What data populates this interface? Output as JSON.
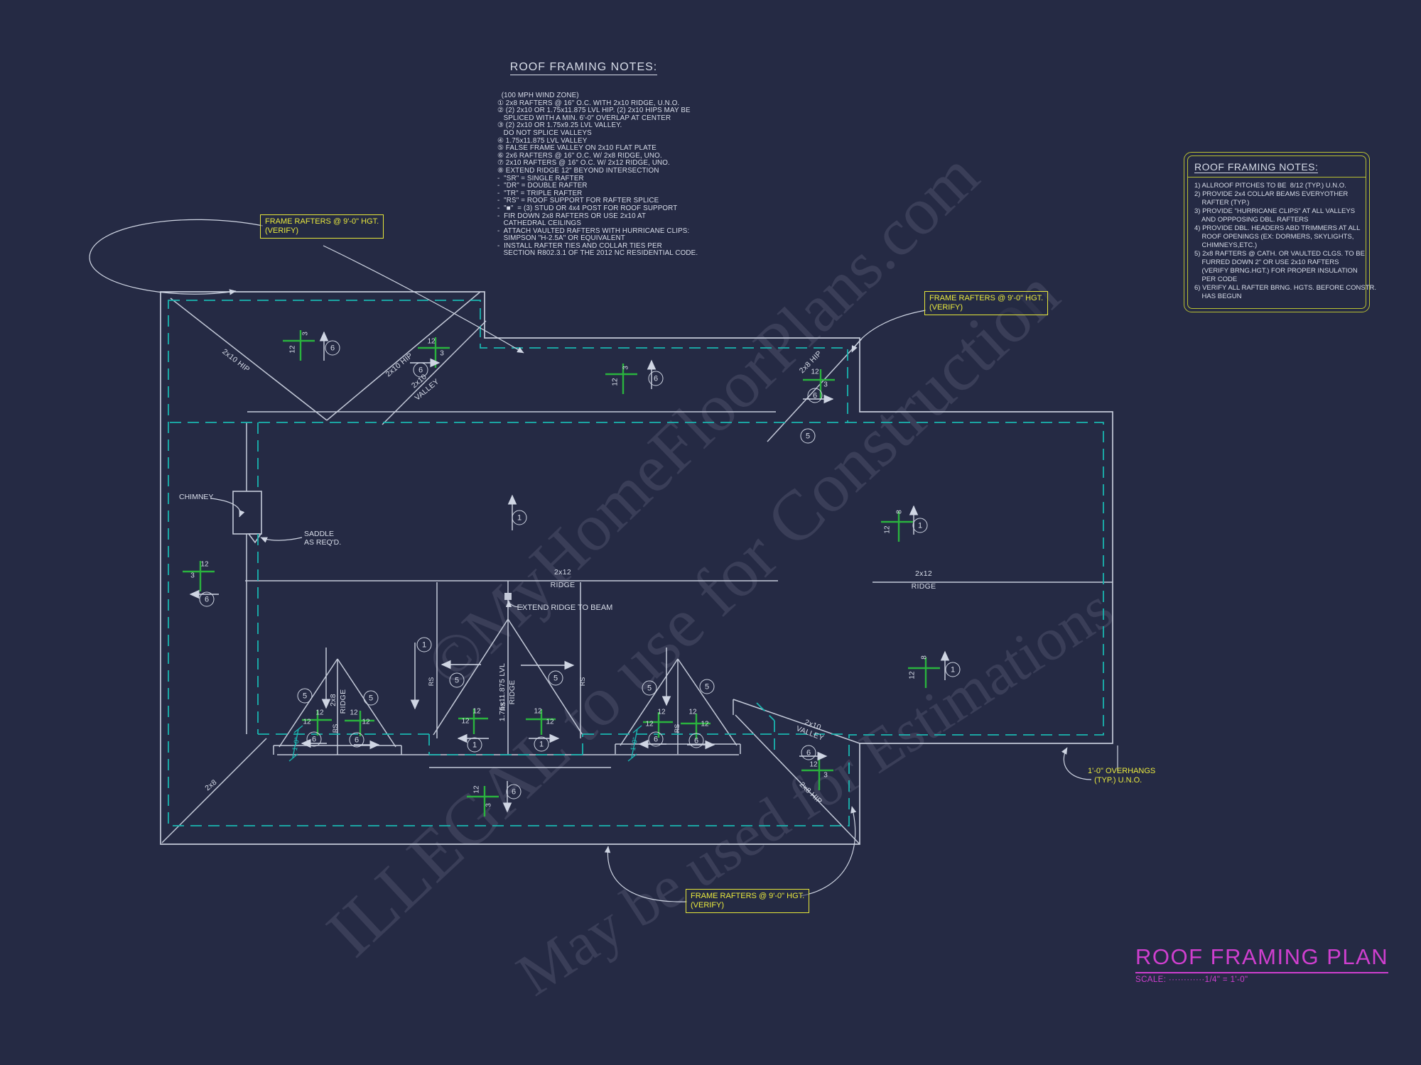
{
  "colors": {
    "background": "#252a44",
    "line_white": "#c4cad9",
    "overhang_cyan": "#1ab5b0",
    "pitch_green": "#2ab33e",
    "callout_yellow": "#e9e93e",
    "title_magenta": "#cf3fcf"
  },
  "notes_left": {
    "title": "ROOF FRAMING NOTES:",
    "lines": [
      "  (100 MPH WIND ZONE)",
      "① 2x8 RAFTERS @ 16\" O.C. WITH 2x10 RIDGE, U.N.O.",
      "② (2) 2x10 OR 1.75x11.875 LVL HIP. (2) 2x10 HIPS MAY BE",
      "   SPLICED WITH A MIN. 6'-0\" OVERLAP AT CENTER",
      "③ (2) 2x10 OR 1.75x9.25 LVL VALLEY.",
      "   DO NOT SPLICE VALLEYS",
      "④ 1.75x11.875 LVL VALLEY",
      "⑤ FALSE FRAME VALLEY ON 2x10 FLAT PLATE",
      "⑥ 2x6 RAFTERS @ 16\" O.C. W/ 2x8 RIDGE, UNO.",
      "⑦ 2x10 RAFTERS @ 16\" O.C. W/ 2x12 RIDGE, UNO.",
      "⑧ EXTEND RIDGE 12\" BEYOND INTERSECTION",
      "-  \"SR\" = SINGLE RAFTER",
      "-  \"DR\" = DOUBLE RAFTER",
      "-  \"TR\" = TRIPLE RAFTER",
      "-  \"RS\" = ROOF SUPPORT FOR RAFTER SPLICE",
      "-  \"■\"  = (3) STUD OR 4x4 POST FOR ROOF SUPPORT",
      "-  FIR DOWN 2x8 RAFTERS OR USE 2x10 AT",
      "   CATHEDRAL CEILINGS",
      "-  ATTACH VAULTED RAFTERS WITH HURRICANE CLIPS:",
      "   SIMPSON \"H-2.5A\" OR EQUIVALENT",
      "-  INSTALL RAFTER TIES AND COLLAR TIES PER",
      "   SECTION R802.3.1 OF THE 2012 NC RESIDENTIAL CODE."
    ]
  },
  "notes_right": {
    "title": "ROOF FRAMING NOTES:",
    "lines": [
      "1) ALLROOF PITCHES TO BE  8/12 (TYP.) U.N.O.",
      "2) PROVIDE 2x4 COLLAR BEAMS EVERYOTHER",
      "    RAFTER (TYP.)",
      "3) PROVIDE \"HURRICANE CLIPS\" AT ALL VALLEYS",
      "    AND OPPPOSING DBL. RAFTERS",
      "4) PROVIDE DBL. HEADERS ABD TRIMMERS AT ALL",
      "    ROOF OPENINGS (EX: DORMERS, SKYLIGHTS,",
      "    CHIMNEYS,ETC.)",
      "5) 2x8 RAFTERS @ CATH. OR VAULTED CLGS. TO BE",
      "    FURRED DOWN 2\" OR USE 2x10 RAFTERS",
      "    (VERIFY BRNG.HGT.) FOR PROPER INSULATION",
      "    PER CODE",
      "6) VERIFY ALL RAFTER BRNG. HGTS. BEFORE CONSTR.",
      "    HAS BEGUN"
    ]
  },
  "callouts": {
    "frame_rafters": [
      "FRAME RAFTERS @ 9'-0\" HGT.",
      "(VERIFY)"
    ],
    "overhang": [
      "1'-0\" OVERHANGS",
      "   (TYP.) U.N.O."
    ],
    "chimney": "CHIMNEY",
    "saddle": [
      "SADDLE",
      "AS REQ'D."
    ],
    "extend_ridge": "EXTEND RIDGE TO BEAM"
  },
  "members": {
    "hip_2x10": "2x10 HIP",
    "hip_2x8": "2x8 HIP",
    "hip_2x8_short": "2x8",
    "valley_2x10_a": "2x10",
    "valley_2x10_b": "VALLEY",
    "ridge_2x12_a": "2x12",
    "ridge_word": "RIDGE",
    "ridge_2x8_a": "2x8",
    "lvl_ridge_a": "1.75x11.875 LVL",
    "rs": "RS",
    "dim_1ft": "1'-0\""
  },
  "pitch": {
    "p12": "12",
    "p3": "3",
    "p8": "8"
  },
  "keys": {
    "k1": "1",
    "k5": "5",
    "k6": "6"
  },
  "title_block": {
    "title": "ROOF FRAMING PLAN",
    "scale": "SCALE: ············1/4\" = 1'-0\""
  },
  "watermark": {
    "l1": "©MyHomeFloorPlans.com",
    "l2": "ILLEGAL to use for Construction",
    "l3": "May be used for Estimations"
  }
}
